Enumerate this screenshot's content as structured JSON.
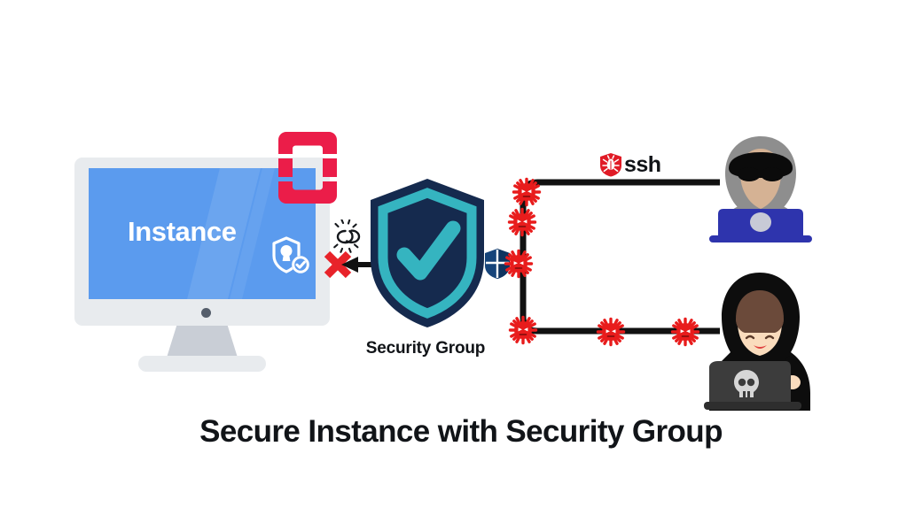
{
  "title": "Secure Instance with Security Group",
  "monitor": {
    "screen_label": "Instance",
    "screen_color": "#5b9bee",
    "bezel_color": "#e8ebee",
    "shield_badge_icon": "shield-lock-check-icon"
  },
  "cloud_logo": {
    "name": "openstack-logo",
    "color": "#eb1d49"
  },
  "blocked_connection": {
    "broken_link_icon": "broken-link-icon",
    "deny_icon": "red-x-icon",
    "arrow_icon": "left-arrow-icon"
  },
  "security_group": {
    "label": "Security Group",
    "shield_icon": "shield-check-icon",
    "shield_outer_color": "#152a4e",
    "shield_inner_color": "#35b4c0",
    "small_shield_icon": "small-blue-shield-icon"
  },
  "attack": {
    "protocol_label": "ssh",
    "protocol_badge_icon": "red-shield-bug-icon",
    "virus_icon": "virus-icon",
    "virus_color": "#e81c1c",
    "path_color": "#111111",
    "top_path_virus_count": 3,
    "bottom_path_virus_count": 4
  },
  "attackers": [
    {
      "name": "hacker-gray-hoodie",
      "hoodie_color": "#8e8e8e",
      "laptop_color": "#2e34ad",
      "accessory": "sunglasses-cap"
    },
    {
      "name": "hacker-black-hoodie",
      "hoodie_color": "#0d0d0d",
      "laptop_color": "#3a3a3a",
      "accessory": "skull-laptop-sticker"
    }
  ]
}
